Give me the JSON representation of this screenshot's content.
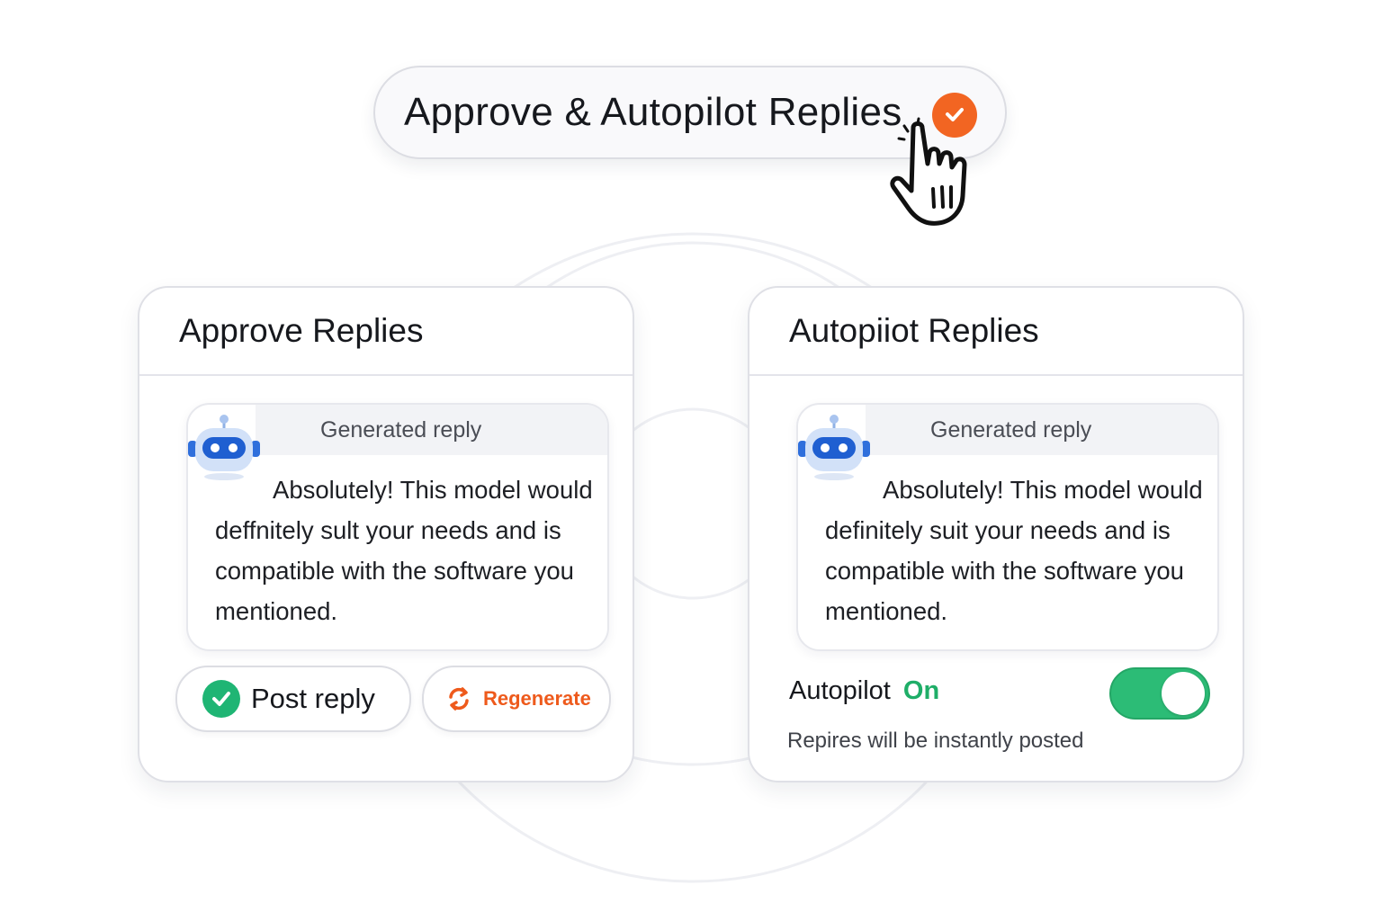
{
  "header": {
    "label": "Approve & Autopilot Replies",
    "check_icon": "check-circle-icon",
    "cursor_icon": "pointer-hand-icon",
    "accent": "#f26522"
  },
  "approve_card": {
    "title": "Approve Replies",
    "reply": {
      "avatar_icon": "robot-icon",
      "label": "Generated reply",
      "text": "Absolutely! This model would deffnitely sult your needs and is compatible with the software you mentioned."
    },
    "post_button": {
      "label": "Post reply",
      "icon": "check-circle-icon",
      "color": "#1fb574"
    },
    "regenerate_button": {
      "label": "Regenerate",
      "icon": "refresh-icon",
      "color": "#ee5a1c"
    }
  },
  "autopilot_card": {
    "title": "Autopiiot Replies",
    "reply": {
      "avatar_icon": "robot-icon",
      "label": "Generated reply",
      "text": "Absolutely! This model would definitely suit your needs and is compatible with the software you mentioned."
    },
    "autopilot": {
      "label": "Autopilot",
      "state": "On",
      "enabled": true,
      "note": "Repires will be instantly posted",
      "color": "#2cbc76"
    }
  }
}
